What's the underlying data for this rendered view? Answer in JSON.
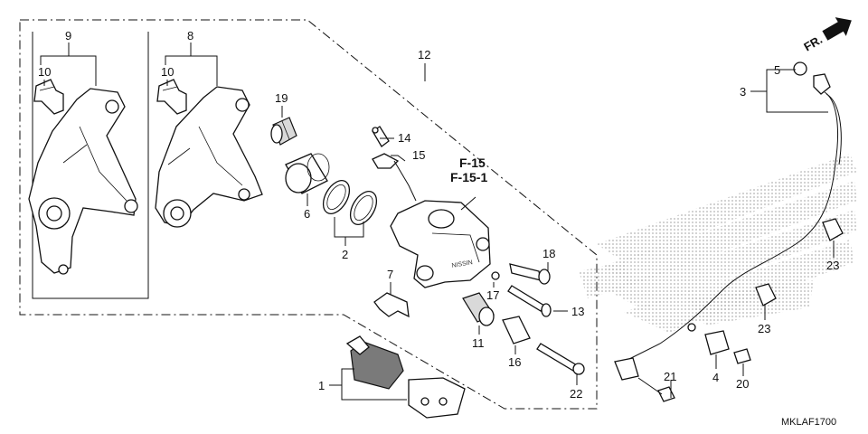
{
  "callouts": {
    "c1": "1",
    "c2": "2",
    "c3": "3",
    "c4": "4",
    "c5": "5",
    "c6": "6",
    "c7": "7",
    "c8": "8",
    "c9": "9",
    "c10a": "10",
    "c10b": "10",
    "c11": "11",
    "c12": "12",
    "c13": "13",
    "c14": "14",
    "c15": "15",
    "c16": "16",
    "c17": "17",
    "c18": "18",
    "c19": "19",
    "c20": "20",
    "c21": "21",
    "c22": "22",
    "c23a": "23",
    "c23b": "23"
  },
  "references": {
    "ref1": "F-15",
    "ref2": "F-15-1"
  },
  "direction_label": "FR.",
  "diagram_code": "MKLAF1700",
  "colors": {
    "line": "#111111",
    "shade": "#d9d9d9",
    "watermark": "#b8b8b8"
  },
  "icons": {
    "direction": "arrow-up-right-icon"
  }
}
